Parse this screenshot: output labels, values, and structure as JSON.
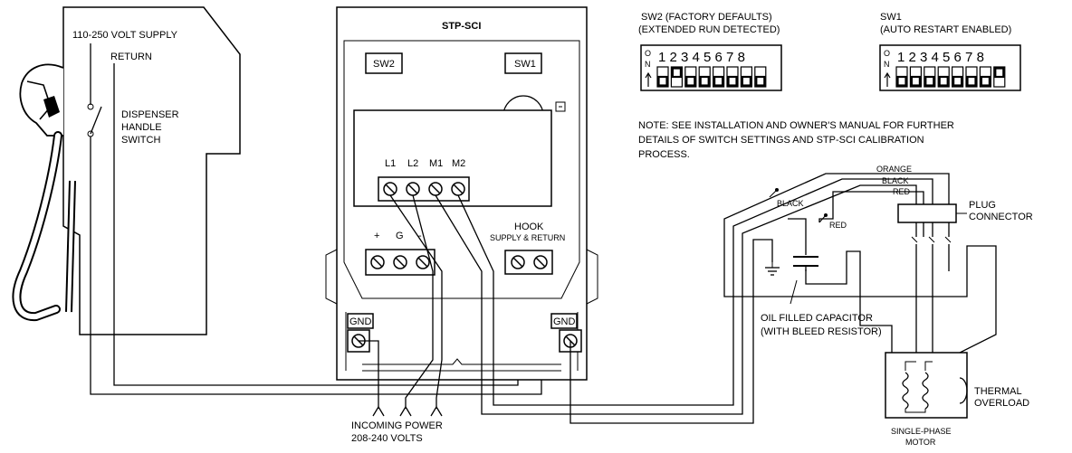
{
  "dispenser": {
    "supply_label": "110-250 VOLT SUPPLY",
    "return_label": "RETURN",
    "switch_label_1": "DISPENSER",
    "switch_label_2": "HANDLE",
    "switch_label_3": "SWITCH"
  },
  "controller": {
    "title": "STP-SCI",
    "sw2": "SW2",
    "sw1": "SW1",
    "terminals_line": [
      "L1",
      "L2",
      "M1",
      "M2"
    ],
    "terminals_signal": [
      "+",
      "G",
      "-"
    ],
    "hook_label": "HOOK",
    "hook_sub": "SUPPLY & RETURN",
    "gnd_left": "GND",
    "gnd_right": "GND"
  },
  "incoming_power": {
    "line1": "INCOMING POWER",
    "line2": "208-240 VOLTS"
  },
  "switch_settings": {
    "sw2_title": "SW2 (FACTORY DEFAULTS)",
    "sw2_subtitle": "(EXTENDED RUN DETECTED)",
    "sw1_title": "SW1",
    "sw1_subtitle": "(AUTO RESTART ENABLED)",
    "on_label_o": "O",
    "on_label_n": "N",
    "numbers": "1 2 3 4 5 6 7 8",
    "sw2_on_positions": [
      2
    ],
    "sw1_on_positions": [
      8
    ]
  },
  "note": {
    "line1": "NOTE: SEE INSTALLATION AND OWNER'S MANUAL FOR FURTHER",
    "line2": "DETAILS OF SWITCH SETTINGS AND STP-SCI CALIBRATION",
    "line3": "PROCESS."
  },
  "motor_wiring": {
    "orange": "ORANGE",
    "black_top": "BLACK",
    "red_top": "RED",
    "black_left": "BLACK",
    "red_left": "RED",
    "plug_1": "PLUG",
    "plug_2": "CONNECTOR",
    "capacitor_1": "OIL FILLED CAPACITOR",
    "capacitor_2": "(WITH BLEED RESISTOR)",
    "thermal_1": "THERMAL",
    "thermal_2": "OVERLOAD",
    "motor_1": "SINGLE-PHASE",
    "motor_2": "MOTOR"
  }
}
